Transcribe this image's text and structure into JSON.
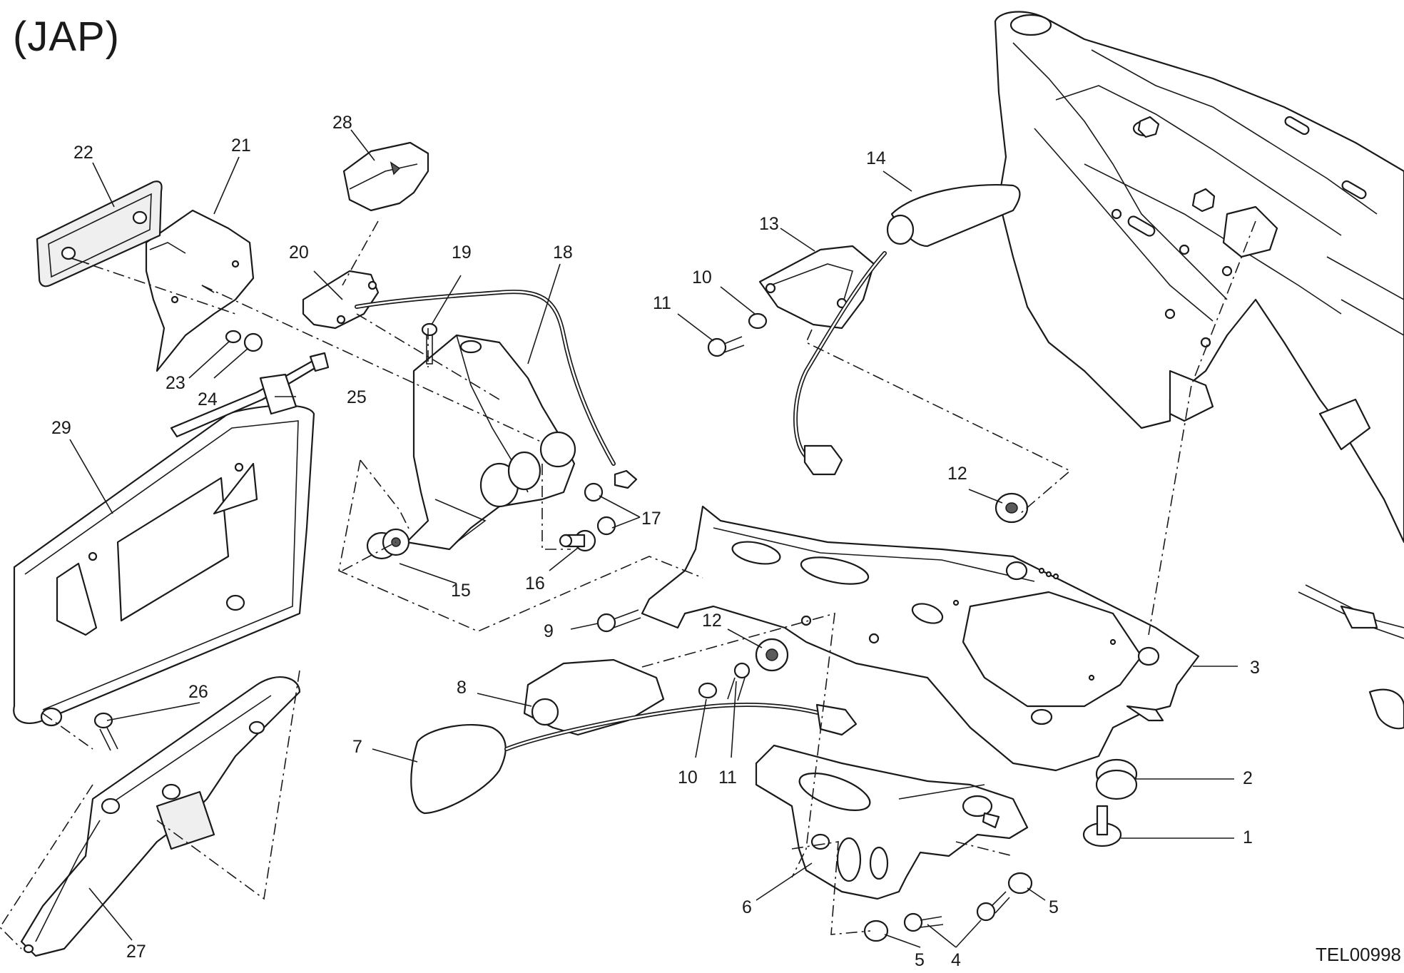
{
  "header": {
    "title": "(JAP)"
  },
  "footer": {
    "drawing_code": "TEL00998"
  },
  "callouts": [
    "1",
    "2",
    "3",
    "4",
    "5",
    "5",
    "6",
    "7",
    "8",
    "9",
    "10",
    "10",
    "11",
    "11",
    "12",
    "12",
    "13",
    "14",
    "15",
    "16",
    "17",
    "18",
    "19",
    "20",
    "21",
    "22",
    "23",
    "24",
    "25",
    "26",
    "27",
    "28",
    "29"
  ]
}
